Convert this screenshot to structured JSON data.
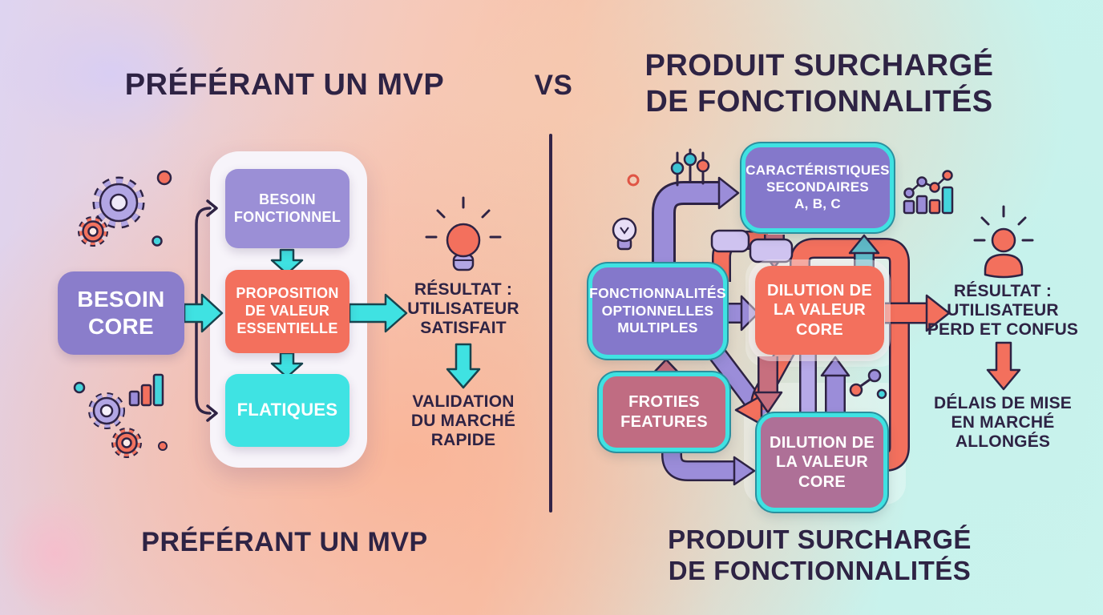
{
  "header": {
    "title_left": "PRÉFÉRANT UN MVP",
    "vs": "VS",
    "title_right": "PRODUIT SURCHARGÉ\nDE FONCTIONNALITÉS"
  },
  "footer": {
    "label_left": "PRÉFÉRANT UN MVP",
    "label_right": "PRODUIT SURCHARGÉ\nDE FONCTIONNALITÉS"
  },
  "mvp": {
    "core_box": "BESOIN\nCORE",
    "flow": {
      "step1": "BESOIN\nFONCTIONNEL",
      "step2": "PROPOSITION\nDE VALEUR\nESSENTIELLE",
      "step3": "FLATIQUES"
    },
    "result": "RÉSULTAT :\nUTILISATEUR\nSATISFAIT",
    "outcome": "VALIDATION\nDU MARCHÉ\nRAPIDE"
  },
  "overloaded": {
    "secondary_box": "CARACTÉRISTIQUES\nSECONDAIRES\nA, B, C",
    "optional_box": "FONCTIONNALITÉS\nOPTIONNELLES\nMULTIPLES",
    "dilution_top_box": "DILUTION DE\nLA VALEUR\nCORE",
    "froties_box": "FROTIES\nFEATURES",
    "dilution_bottom_box": "DILUTION DE\nLA VALEUR\nCORE",
    "result": "RÉSULTAT :\nUTILISATEUR\nPERD ET CONFUS",
    "outcome": "DÉLAIS DE MISE\nEN MARCHÉ\nALLONGÉS"
  },
  "palette": {
    "dark_ink": "#2e2344",
    "purple_box": "#8478cb",
    "purple_light_box": "#9b8fd6",
    "coral": "#f3705d",
    "cyan": "#3fe2e2",
    "rose": "#c76f7e",
    "mauve": "#ae7097",
    "dusty_rose_box": "#c06c82",
    "teal_arrow": "#5fb9c6",
    "lavender_arrow": "#b6a9e8",
    "container_white": "#f7f4fa"
  }
}
